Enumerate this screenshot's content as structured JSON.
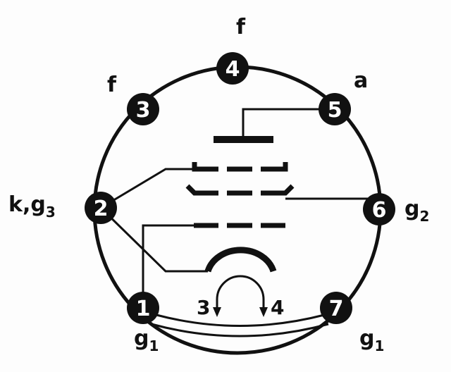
{
  "pins": [
    {
      "number": "1",
      "label": "g",
      "label_sub": "1"
    },
    {
      "number": "2",
      "label": "k,g",
      "label_sub": "3"
    },
    {
      "number": "3",
      "label": "f",
      "label_sub": ""
    },
    {
      "number": "4",
      "label": "f",
      "label_sub": ""
    },
    {
      "number": "5",
      "label": "a",
      "label_sub": ""
    },
    {
      "number": "6",
      "label": "g",
      "label_sub": "2"
    },
    {
      "number": "7",
      "label": "g",
      "label_sub": "1"
    }
  ],
  "heater": {
    "left": "3",
    "right": "4"
  },
  "colors": {
    "ink": "#111111",
    "pin_fill": "#111111",
    "pin_text": "#ffffff"
  }
}
